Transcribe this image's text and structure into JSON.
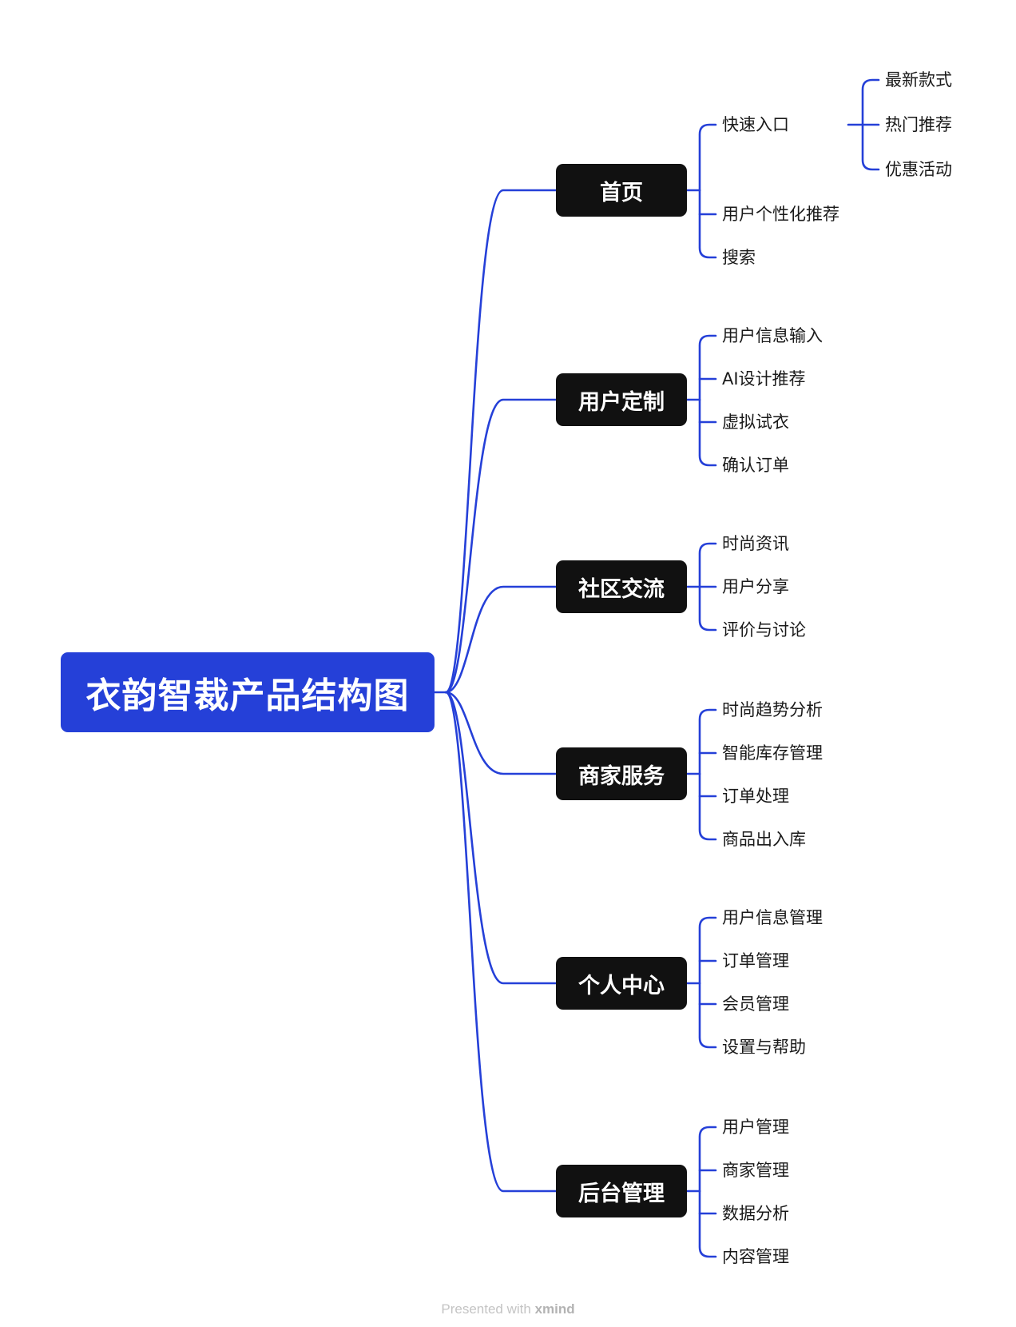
{
  "root": {
    "title": "衣韵智裁产品结构图"
  },
  "colors": {
    "line": "#2540d8",
    "root_fill": "#2540d8",
    "branch_fill": "#111111",
    "leaf_text": "#1a1a1a"
  },
  "branches": [
    {
      "label": "首页",
      "children": [
        {
          "label": "快速入口",
          "children": [
            "最新款式",
            "热门推荐",
            "优惠活动"
          ]
        },
        {
          "label": "用户个性化推荐"
        },
        {
          "label": "搜索"
        }
      ]
    },
    {
      "label": "用户定制",
      "children": [
        {
          "label": "用户信息输入"
        },
        {
          "label": "AI设计推荐"
        },
        {
          "label": "虚拟试衣"
        },
        {
          "label": "确认订单"
        }
      ]
    },
    {
      "label": "社区交流",
      "children": [
        {
          "label": "时尚资讯"
        },
        {
          "label": "用户分享"
        },
        {
          "label": "评价与讨论"
        }
      ]
    },
    {
      "label": "商家服务",
      "children": [
        {
          "label": "时尚趋势分析"
        },
        {
          "label": "智能库存管理"
        },
        {
          "label": "订单处理"
        },
        {
          "label": "商品出入库"
        }
      ]
    },
    {
      "label": "个人中心",
      "children": [
        {
          "label": "用户信息管理"
        },
        {
          "label": "订单管理"
        },
        {
          "label": "会员管理"
        },
        {
          "label": "设置与帮助"
        }
      ]
    },
    {
      "label": "后台管理",
      "children": [
        {
          "label": "用户管理"
        },
        {
          "label": "商家管理"
        },
        {
          "label": "数据分析"
        },
        {
          "label": "内容管理"
        }
      ]
    }
  ],
  "footer": {
    "prefix": "Presented with",
    "brand": "xmind"
  }
}
